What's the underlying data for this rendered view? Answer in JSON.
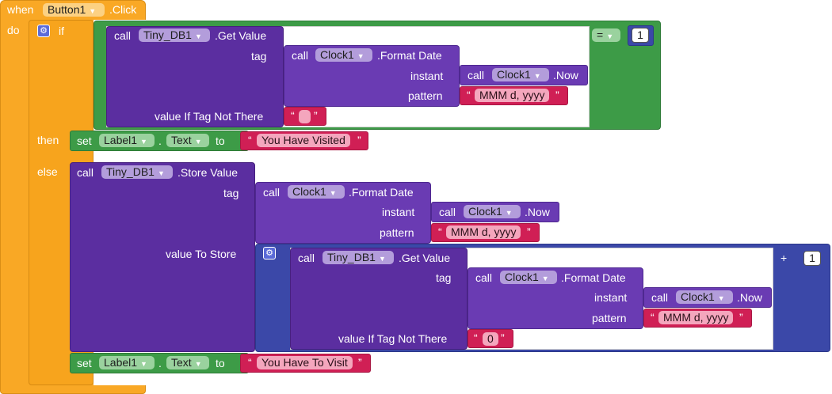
{
  "event": {
    "when": "when",
    "component": "Button1",
    "event_name": ".Click",
    "do": "do"
  },
  "if_block": {
    "if": "if",
    "then": "then",
    "else": "else"
  },
  "compare": {
    "op": "=",
    "value": "1"
  },
  "get1": {
    "call": "call",
    "component": "Tiny_DB1",
    "method": ".Get Value",
    "tag": "tag",
    "tag_call": {
      "call": "call",
      "component": "Clock1",
      "method": ".Format Date",
      "instant": "instant",
      "now_call": "call",
      "now_component": "Clock1",
      "now_method": ".Now",
      "pattern": "pattern",
      "pattern_value": "MMM d, yyyy"
    },
    "default_label": "value If Tag Not There",
    "default_value": ""
  },
  "set1": {
    "set": "set",
    "component": "Label1",
    "dot": ".",
    "property": "Text",
    "to": "to",
    "value": "You Have Visited"
  },
  "store": {
    "call": "call",
    "component": "Tiny_DB1",
    "method": ".Store Value",
    "tag": "tag",
    "tag_call": {
      "call": "call",
      "component": "Clock1",
      "method": ".Format Date",
      "instant": "instant",
      "now_call": "call",
      "now_component": "Clock1",
      "now_method": ".Now",
      "pattern": "pattern",
      "pattern_value": "MMM d, yyyy"
    },
    "value_label": "value To Store"
  },
  "add": {
    "op": "+",
    "value": "1"
  },
  "get2": {
    "call": "call",
    "component": "Tiny_DB1",
    "method": ".Get Value",
    "tag": "tag",
    "tag_call": {
      "call": "call",
      "component": "Clock1",
      "method": ".Format Date",
      "instant": "instant",
      "now_call": "call",
      "now_component": "Clock1",
      "now_method": ".Now",
      "pattern": "pattern",
      "pattern_value": "MMM d, yyyy"
    },
    "default_label": "value If Tag Not There",
    "default_value": "0"
  },
  "set2": {
    "set": "set",
    "component": "Label1",
    "dot": ".",
    "property": "Text",
    "to": "to",
    "value": "You Have To Visit"
  },
  "colors": {
    "event": "#f9a825",
    "procedure": "#5b2ea0",
    "logic": "#3d9b47",
    "math": "#3b48a8",
    "text": "#d01f55"
  }
}
